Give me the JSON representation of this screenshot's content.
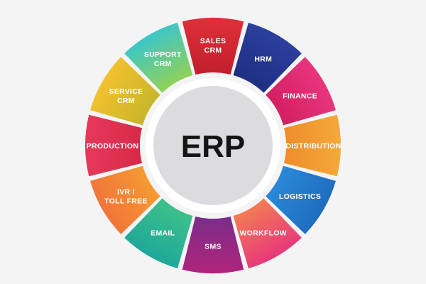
{
  "diagram": {
    "center_label": "ERP",
    "segments": [
      {
        "id": "sales-crm",
        "lines": [
          "SALES",
          "CRM"
        ],
        "color": "#e0303a",
        "color2": "#c21f2c"
      },
      {
        "id": "hrm",
        "lines": [
          "HRM"
        ],
        "color": "#2b3f9e",
        "color2": "#1f2f84"
      },
      {
        "id": "finance",
        "lines": [
          "FINANCE"
        ],
        "color": "#e8357c",
        "color2": "#d41f63"
      },
      {
        "id": "distribution",
        "lines": [
          "DISTRIBUTION"
        ],
        "color": "#f4a93a",
        "color2": "#ef8d2a"
      },
      {
        "id": "logistics",
        "lines": [
          "LOGISTICS"
        ],
        "color": "#1f6cbf",
        "color2": "#2a88d8"
      },
      {
        "id": "workflow",
        "lines": [
          "WORKFLOW"
        ],
        "color": "#e7387a",
        "color2": "#f27a55"
      },
      {
        "id": "sms",
        "lines": [
          "SMS"
        ],
        "color": "#b0247a",
        "color2": "#7c2d8a"
      },
      {
        "id": "email",
        "lines": [
          "EMAIL"
        ],
        "color": "#1fa79a",
        "color2": "#3cc08a"
      },
      {
        "id": "ivr-toll-free",
        "lines": [
          "IVR /",
          "TOLL FREE"
        ],
        "color": "#f1743a",
        "color2": "#f59a32"
      },
      {
        "id": "production",
        "lines": [
          "PRODUCTION"
        ],
        "color": "#e6385a",
        "color2": "#d82a48"
      },
      {
        "id": "service-crm",
        "lines": [
          "SERVICE",
          "CRM"
        ],
        "color": "#f2c12e",
        "color2": "#c9b62a"
      },
      {
        "id": "support-crm",
        "lines": [
          "SUPPORT",
          "CRM"
        ],
        "color": "#3cc6c8",
        "color2": "#8fd15a"
      }
    ]
  }
}
